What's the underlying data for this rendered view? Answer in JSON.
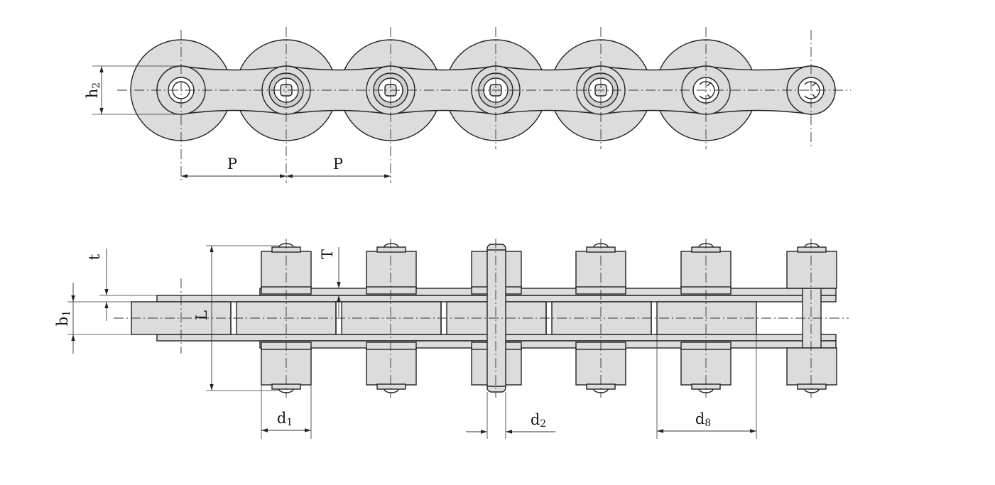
{
  "top_view": {
    "pitch_labels": [
      "P",
      "P"
    ],
    "height_label": {
      "base": "h",
      "sub": "2"
    }
  },
  "side_view": {
    "labels": {
      "t": "t",
      "T": "T",
      "L": "L",
      "b1": {
        "base": "b",
        "sub": "1"
      },
      "d1": {
        "base": "d",
        "sub": "1"
      },
      "d2": {
        "base": "d",
        "sub": "2"
      },
      "d8": {
        "base": "d",
        "sub": "8"
      }
    }
  },
  "colors": {
    "part_fill": "#dcdcdc",
    "outline": "#222222"
  }
}
